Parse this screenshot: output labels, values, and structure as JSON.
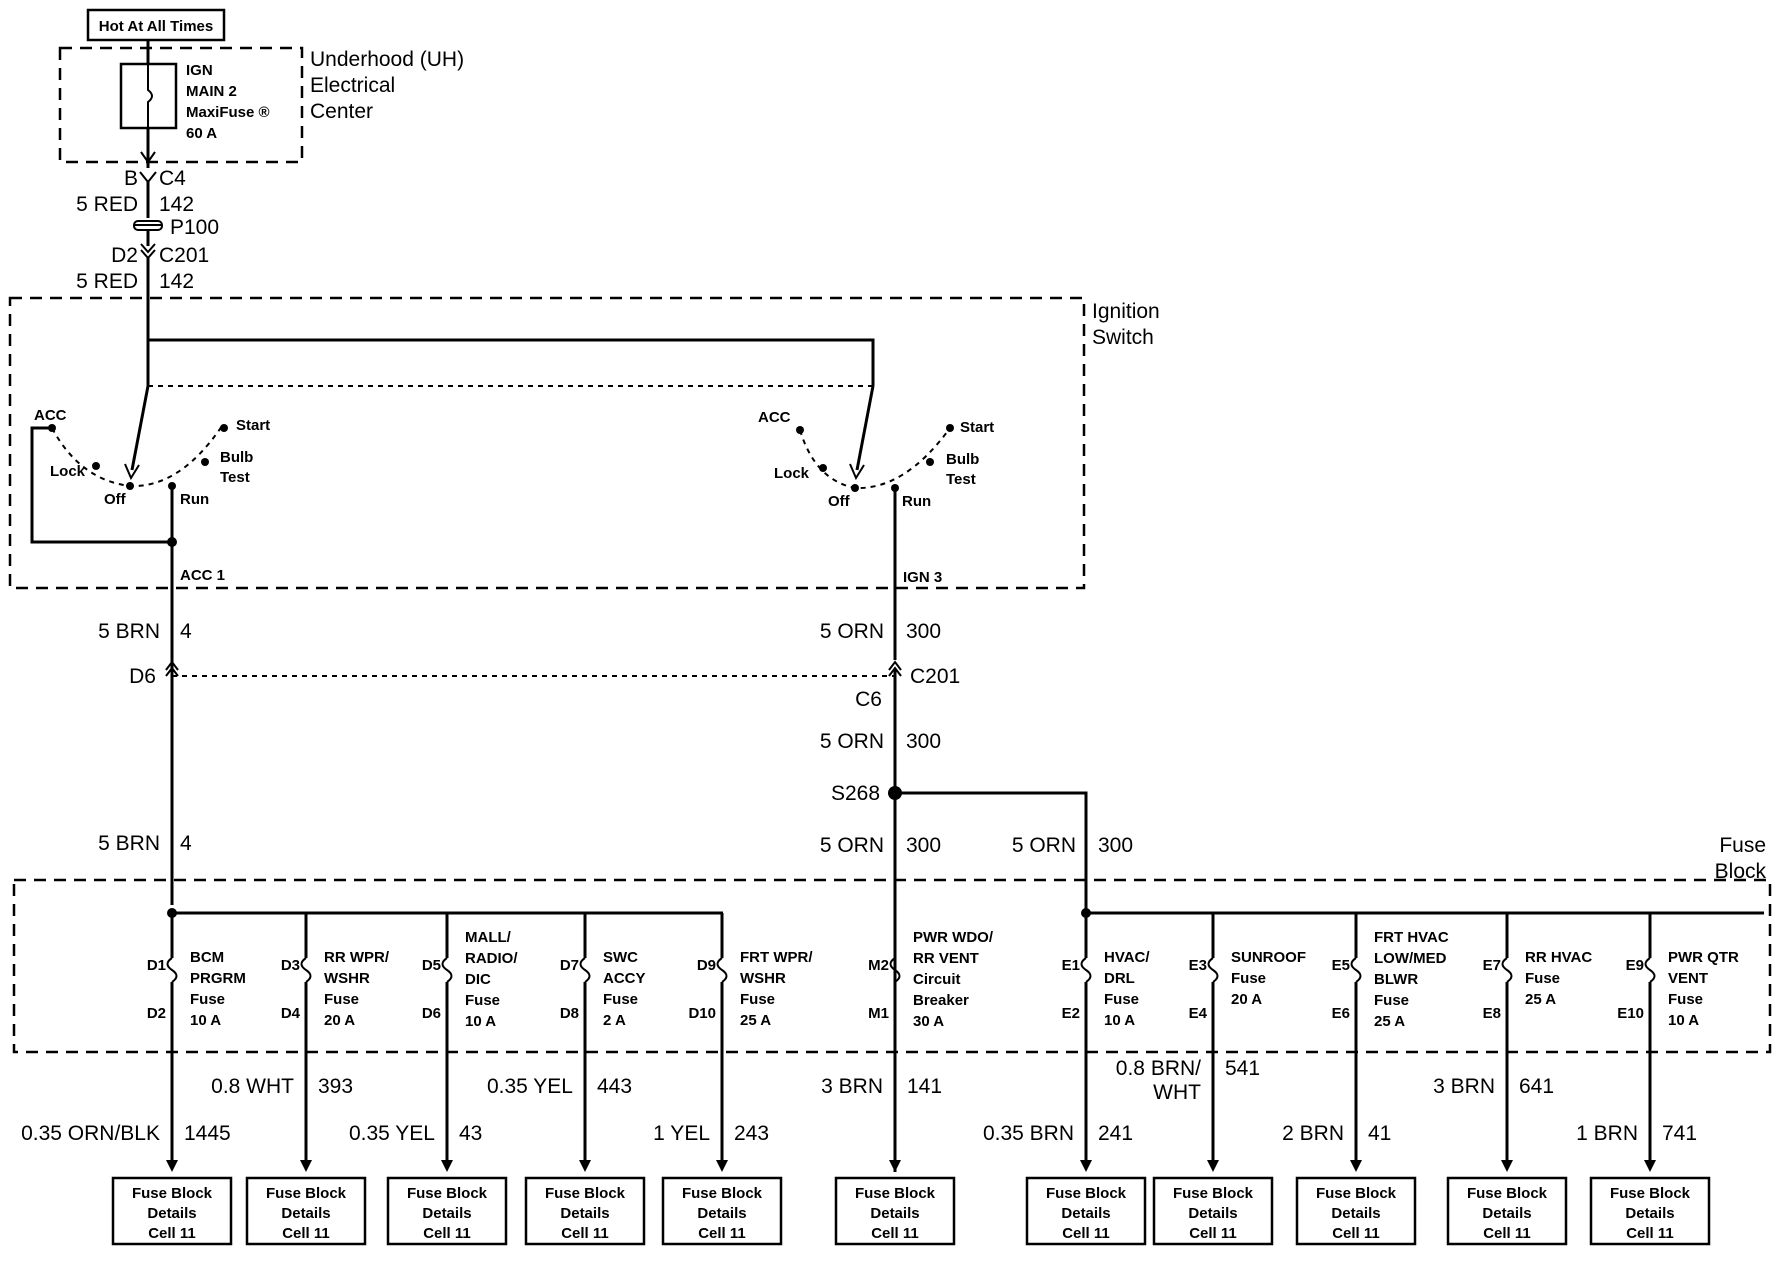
{
  "hot_label": "Hot At All Times",
  "uh": {
    "title": [
      "Underhood (UH)",
      "Electrical",
      "Center"
    ],
    "fuse": [
      "IGN",
      "MAIN 2",
      "MaxiFuse ®",
      "60 A"
    ]
  },
  "feed": {
    "c4_left": "B",
    "c4": "C4",
    "wire1": "5 RED",
    "circ1": "142",
    "p100": "P100",
    "c201_left": "D2",
    "c201": "C201",
    "wire2": "5 RED",
    "circ2": "142"
  },
  "ignition": {
    "title": [
      "Ignition",
      "Switch"
    ],
    "left": {
      "acc": "ACC",
      "lock": "Lock",
      "off": "Off",
      "run": "Run",
      "start": "Start",
      "bulb": [
        "Bulb",
        "Test"
      ],
      "out": "ACC 1"
    },
    "right": {
      "acc": "ACC",
      "lock": "Lock",
      "off": "Off",
      "run": "Run",
      "start": "Start",
      "bulb": [
        "Bulb",
        "Test"
      ],
      "out": "IGN 3"
    }
  },
  "wires": {
    "brn_top": {
      "w": "5 BRN",
      "c": "4"
    },
    "orn_top": {
      "w": "5 ORN",
      "c": "300"
    },
    "d6": "D6",
    "c201": "C201",
    "c6": "C6",
    "orn_mid": {
      "w": "5 ORN",
      "c": "300"
    },
    "s268": "S268",
    "brn_bot": {
      "w": "5 BRN",
      "c": "4"
    },
    "orn_bot1": {
      "w": "5 ORN",
      "c": "300"
    },
    "orn_bot2": {
      "w": "5 ORN",
      "c": "300"
    }
  },
  "fuse_block_title": [
    "Fuse",
    "Block"
  ],
  "fuses": [
    {
      "top": "D1",
      "bot": "D2",
      "label": [
        "BCM",
        "PRGRM",
        "Fuse",
        "10 A"
      ]
    },
    {
      "top": "D3",
      "bot": "D4",
      "label": [
        "RR WPR/",
        "WSHR",
        "Fuse",
        "20 A"
      ]
    },
    {
      "top": "D5",
      "bot": "D6",
      "label": [
        "MALL/",
        "RADIO/",
        "DIC",
        "Fuse",
        "10 A"
      ]
    },
    {
      "top": "D7",
      "bot": "D8",
      "label": [
        "SWC",
        "ACCY",
        "Fuse",
        "2 A"
      ]
    },
    {
      "top": "D9",
      "bot": "D10",
      "label": [
        "FRT WPR/",
        "WSHR",
        "Fuse",
        "25 A"
      ]
    },
    {
      "top": "M2",
      "bot": "M1",
      "label": [
        "PWR WDO/",
        "RR VENT",
        "Circuit",
        "Breaker",
        "30 A"
      ]
    },
    {
      "top": "E1",
      "bot": "E2",
      "label": [
        "HVAC/",
        "DRL",
        "Fuse",
        "10 A"
      ]
    },
    {
      "top": "E3",
      "bot": "E4",
      "label": [
        "SUNROOF",
        "Fuse",
        "20 A"
      ]
    },
    {
      "top": "E5",
      "bot": "E6",
      "label": [
        "FRT HVAC",
        "LOW/MED",
        "BLWR",
        "Fuse",
        "25 A"
      ]
    },
    {
      "top": "E7",
      "bot": "E8",
      "label": [
        "RR HVAC",
        "Fuse",
        "25 A"
      ]
    },
    {
      "top": "E9",
      "bot": "E10",
      "label": [
        "PWR QTR",
        "VENT",
        "Fuse",
        "10 A"
      ]
    }
  ],
  "outputs": [
    {
      "w": "0.35 ORN/BLK",
      "c": "1445"
    },
    {
      "w": "0.8 WHT",
      "c": "393"
    },
    {
      "w": "0.35 YEL",
      "c": "43"
    },
    {
      "w": "0.35 YEL",
      "c": "443"
    },
    {
      "w": "1 YEL",
      "c": "243"
    },
    {
      "w": "3 BRN",
      "c": "141"
    },
    {
      "w": "0.35 BRN",
      "c": "241"
    },
    {
      "w": "0.8 BRN/",
      "w2": "WHT",
      "c": "541"
    },
    {
      "w": "2 BRN",
      "c": "41"
    },
    {
      "w": "3 BRN",
      "c": "641"
    },
    {
      "w": "1 BRN",
      "c": "741"
    }
  ],
  "ref_box": [
    "Fuse Block",
    "Details",
    "Cell 11"
  ]
}
